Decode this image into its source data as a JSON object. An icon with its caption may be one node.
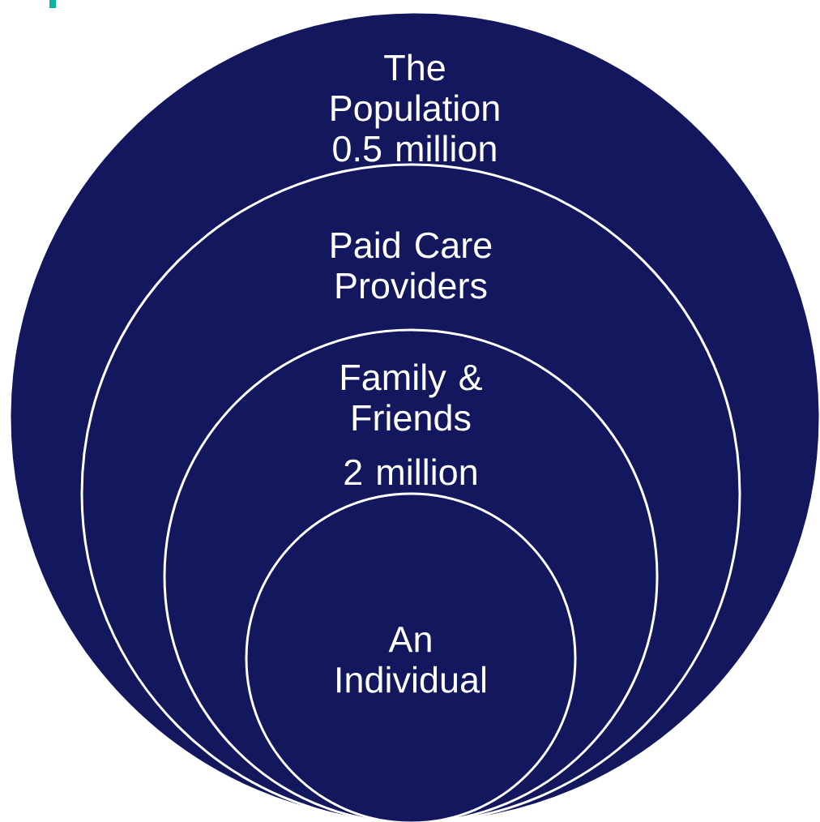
{
  "diagram": {
    "nodes": [
      {
        "text": [
          "The Population 0.5 million"
        ]
      },
      {
        "text": [
          "Paid Care Providers"
        ],
        "in": 0
      },
      {
        "text": [
          "Family & Friends",
          "2 million"
        ],
        "in": 1
      },
      {
        "text": [
          "An Individual"
        ],
        "in": 2
      }
    ]
  }
}
